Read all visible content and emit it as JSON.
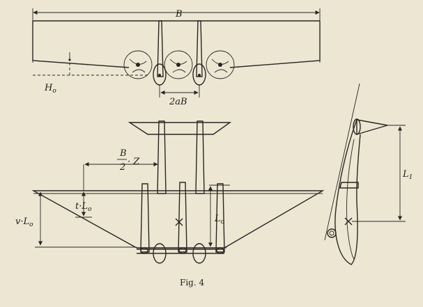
{
  "labels": {
    "span": "B",
    "height": "H",
    "height_sub": "o",
    "spacing": "2aB",
    "half_span_num": "B",
    "half_span_den": "2",
    "half_span_z": "· Z",
    "t_lo": "t·L",
    "t_lo_sub": "o",
    "v_lo": "v·L",
    "v_lo_sub": "o",
    "lo": "L",
    "lo_sub": "o",
    "l1": "L",
    "l1_sub": "1"
  },
  "caption": "Fig. 4",
  "colors": {
    "ink": "#2a2622",
    "paper": "#ece6d3"
  }
}
